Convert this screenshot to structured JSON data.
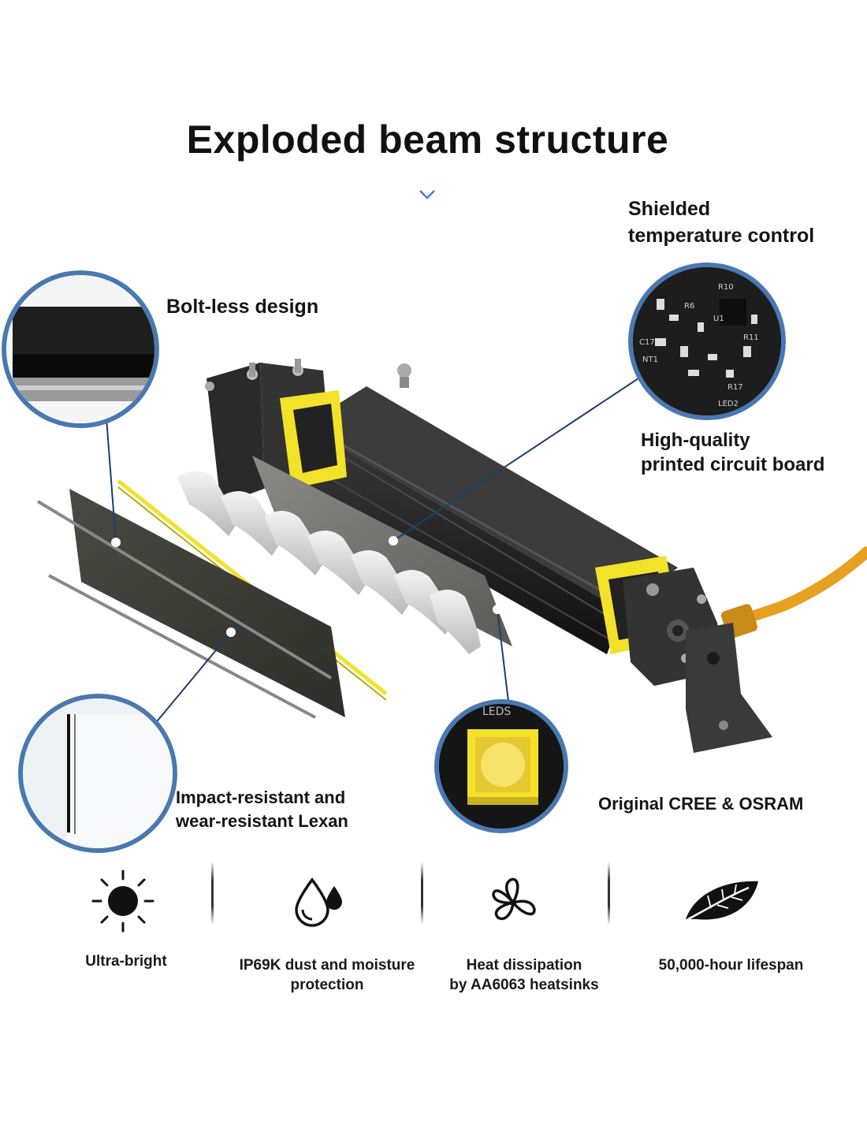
{
  "title": "Exploded beam structure",
  "callouts": {
    "shielded": [
      "Shielded",
      "temperature control"
    ],
    "boltless": "Bolt-less design",
    "pcb": [
      "High-quality",
      "printed circuit board"
    ],
    "lexan": [
      "Impact-resistant and",
      "wear-resistant Lexan"
    ],
    "cree": "Original CREE & OSRAM"
  },
  "pcb_marks": [
    "R10",
    "R6",
    "U1",
    "R11",
    "C17",
    "NT1",
    "R17",
    "LED2"
  ],
  "led_mark": "LEDS",
  "features": [
    {
      "icon": "sun-icon",
      "lines": [
        "Ultra-bright"
      ]
    },
    {
      "icon": "water-drop-icon",
      "lines": [
        "IP69K dust and moisture",
        "protection"
      ]
    },
    {
      "icon": "fan-icon",
      "lines": [
        "Heat dissipation",
        "by AA6063 heatsinks"
      ]
    },
    {
      "icon": "leaf-icon",
      "lines": [
        "50,000-hour lifespan"
      ]
    }
  ],
  "colors": {
    "accent_blue": "#4a78b0",
    "leader_line": "#1e3d6e",
    "housing_yellow": "#f2e22a",
    "housing_dark": "#2b2b2b",
    "cable_orange": "#e8a020"
  }
}
